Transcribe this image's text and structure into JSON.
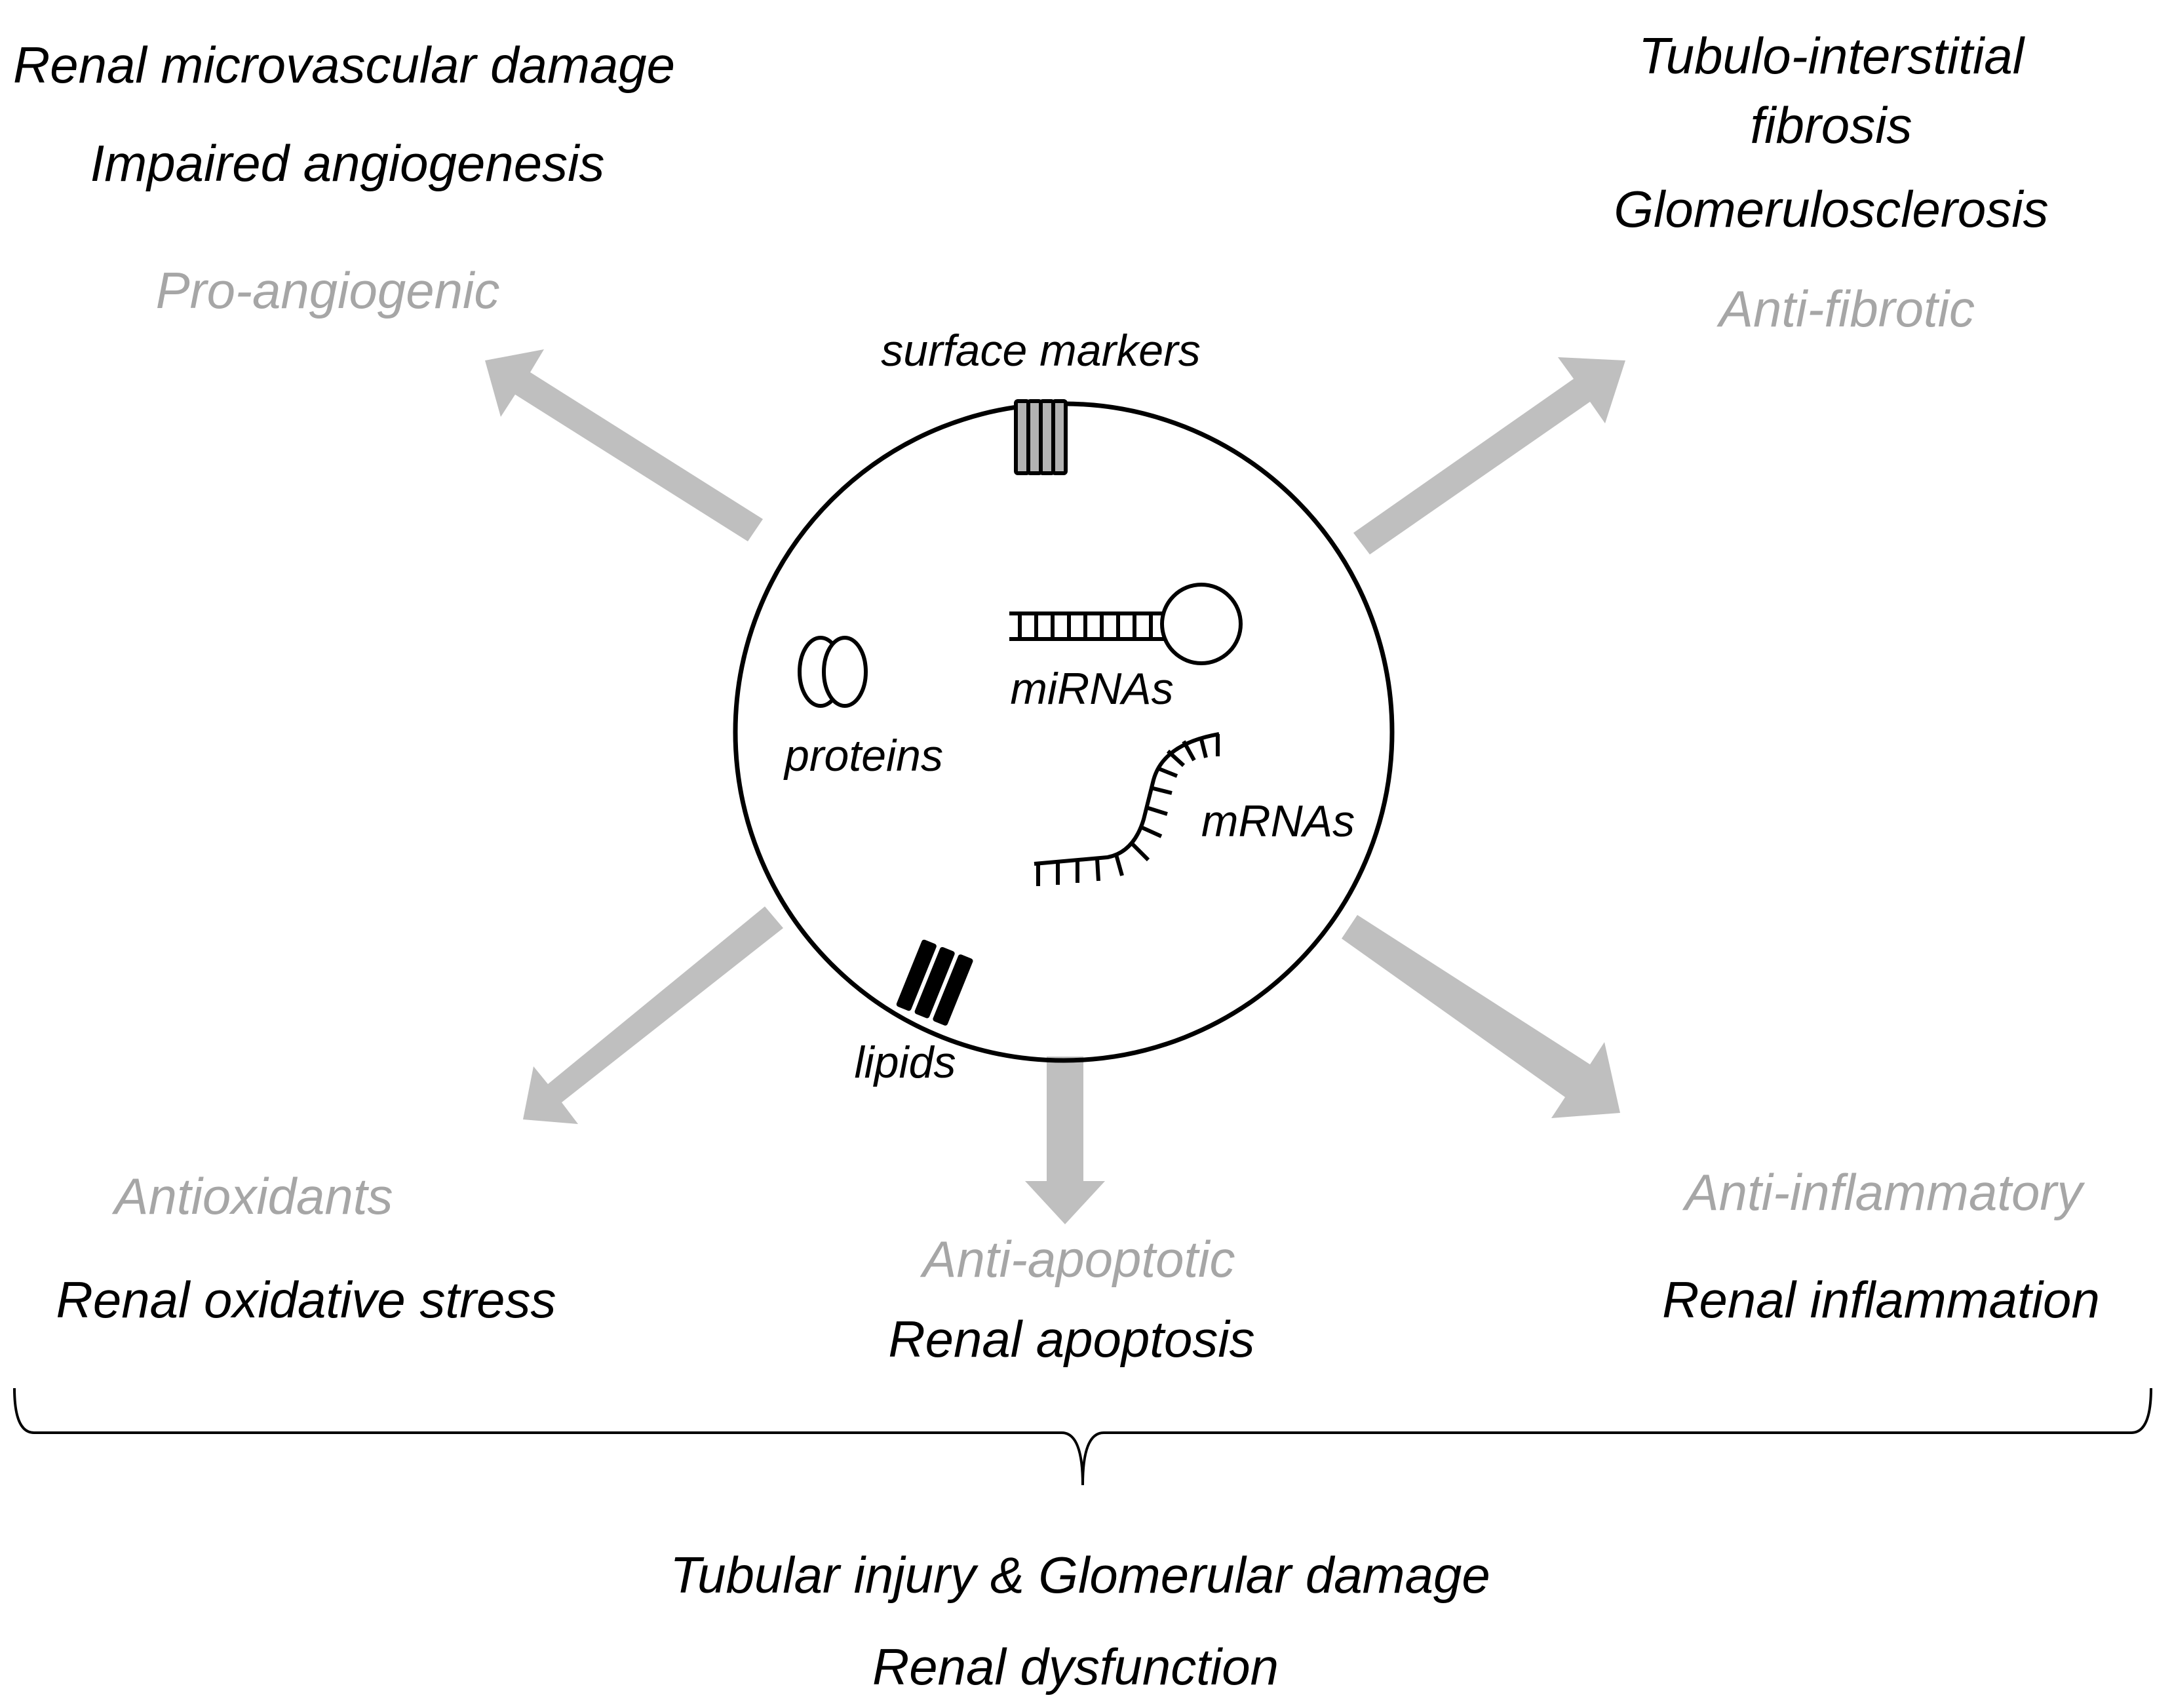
{
  "colors": {
    "outcome_text": "#000000",
    "effect_text": "#a6a6a6",
    "arrow": "#bfbfbf",
    "outline": "#000000",
    "marker_fill": "#b3b3b3"
  },
  "vesicle": {
    "surface_markers": "surface markers",
    "proteins": "proteins",
    "mirnas": "miRNAs",
    "mrnas": "mRNAs",
    "lipids": "lipids"
  },
  "effects": {
    "pro_angiogenic": "Pro-angiogenic",
    "anti_fibrotic": "Anti-fibrotic",
    "antioxidants": "Antioxidants",
    "anti_apoptotic": "Anti-apoptotic",
    "anti_inflammatory": "Anti-inflammatory"
  },
  "outcomes": {
    "renal_microvascular_damage": "Renal microvascular damage",
    "impaired_angiogenesis": "Impaired angiogenesis",
    "tubulo_interstitial": "Tubulo-interstitial",
    "fibrosis": "fibrosis",
    "glomerulosclerosis": "Glomerulosclerosis",
    "renal_oxidative_stress": "Renal oxidative stress",
    "renal_apoptosis": "Renal apoptosis",
    "renal_inflammation": "Renal inflammation"
  },
  "summary": {
    "tubular_glomerular": "Tubular injury & Glomerular damage",
    "renal_dysfunction": "Renal dysfunction"
  }
}
